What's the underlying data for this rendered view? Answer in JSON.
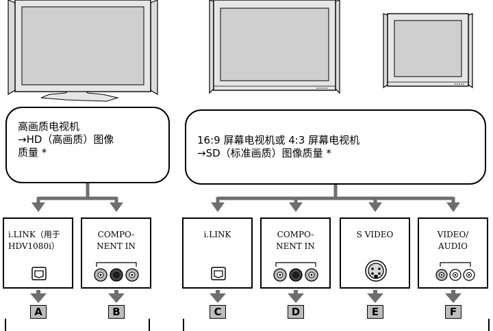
{
  "quality_groups": [
    {
      "lines": [
        "高画质电视机",
        "→HD（高画质）图像",
        "质量 *"
      ]
    },
    {
      "lines": [
        "16:9 屏幕电视机或 4:3 屏幕电视机",
        "→SD（标准画质）图像质量 *"
      ]
    }
  ],
  "connections": [
    {
      "id": "A",
      "label_lines": [
        "i.LINK（用于",
        "HDV1080i）"
      ],
      "jack": "ilink-port-icon"
    },
    {
      "id": "B",
      "label_lines": [
        "COMPO-",
        "NENT IN"
      ],
      "jack": "component-jacks-icon"
    },
    {
      "id": "C",
      "label_lines": [
        "i.LINK"
      ],
      "jack": "ilink-port-icon"
    },
    {
      "id": "D",
      "label_lines": [
        "COMPO-",
        "NENT IN"
      ],
      "jack": "component-jacks-icon"
    },
    {
      "id": "E",
      "label_lines": [
        "S VIDEO"
      ],
      "jack": "s-video-jack-icon"
    },
    {
      "id": "F",
      "label_lines": [
        "VIDEO/",
        "AUDIO"
      ],
      "jack": "av-jacks-icon"
    }
  ],
  "colors": {
    "arrow": "#6e6e6e",
    "letter_fill": "#bdbdbd",
    "tv_frame": "#e4e4e4",
    "tv_screen": "#d2d2d2"
  }
}
